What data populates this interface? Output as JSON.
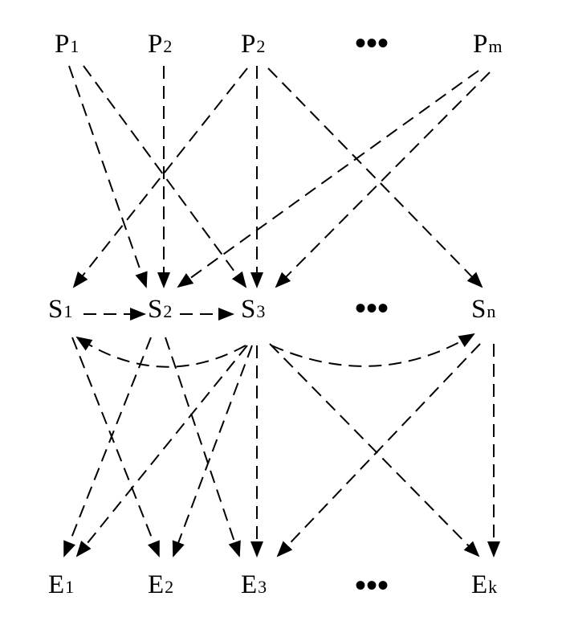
{
  "diagram": {
    "rows": [
      {
        "id": "p-row",
        "nodes": [
          {
            "id": "p1",
            "letter": "P",
            "sub": "1"
          },
          {
            "id": "p2a",
            "letter": "P",
            "sub": "2"
          },
          {
            "id": "p2b",
            "letter": "P",
            "sub": "2"
          },
          {
            "id": "p-dots",
            "ellipsis": "•••"
          },
          {
            "id": "pm",
            "letter": "P",
            "sub": "m"
          }
        ]
      },
      {
        "id": "s-row",
        "nodes": [
          {
            "id": "s1",
            "letter": "S",
            "sub": "1"
          },
          {
            "id": "s2",
            "letter": "S",
            "sub": "2"
          },
          {
            "id": "s3",
            "letter": "S",
            "sub": "3"
          },
          {
            "id": "s-dots",
            "ellipsis": "•••"
          },
          {
            "id": "sn",
            "letter": "S",
            "sub": "n"
          }
        ]
      },
      {
        "id": "e-row",
        "nodes": [
          {
            "id": "e1",
            "letter": "E",
            "sub": "1"
          },
          {
            "id": "e2",
            "letter": "E",
            "sub": "2"
          },
          {
            "id": "e3",
            "letter": "E",
            "sub": "3"
          },
          {
            "id": "e-dots",
            "ellipsis": "•••"
          },
          {
            "id": "ek",
            "letter": "E",
            "sub": "k"
          }
        ]
      }
    ],
    "edges": [
      {
        "from": "p1",
        "to": "s2"
      },
      {
        "from": "p1",
        "to": "s3"
      },
      {
        "from": "p2a",
        "to": "s2"
      },
      {
        "from": "p2b",
        "to": "s1"
      },
      {
        "from": "p2b",
        "to": "s3"
      },
      {
        "from": "p2b",
        "to": "sn"
      },
      {
        "from": "pm",
        "to": "s2"
      },
      {
        "from": "pm",
        "to": "s3"
      },
      {
        "from": "s1",
        "to": "s2"
      },
      {
        "from": "s2",
        "to": "s3"
      },
      {
        "from": "s3",
        "to": "s1",
        "curved": true
      },
      {
        "from": "s3",
        "to": "sn",
        "curved": true
      },
      {
        "from": "s1",
        "to": "e2"
      },
      {
        "from": "s2",
        "to": "e1"
      },
      {
        "from": "s2",
        "to": "e3"
      },
      {
        "from": "s3",
        "to": "e1"
      },
      {
        "from": "s3",
        "to": "e2"
      },
      {
        "from": "s3",
        "to": "e3"
      },
      {
        "from": "s3",
        "to": "ek"
      },
      {
        "from": "sn",
        "to": "e3"
      },
      {
        "from": "sn",
        "to": "ek"
      }
    ],
    "colors": {
      "ink": "#000000",
      "background": "#ffffff"
    }
  }
}
